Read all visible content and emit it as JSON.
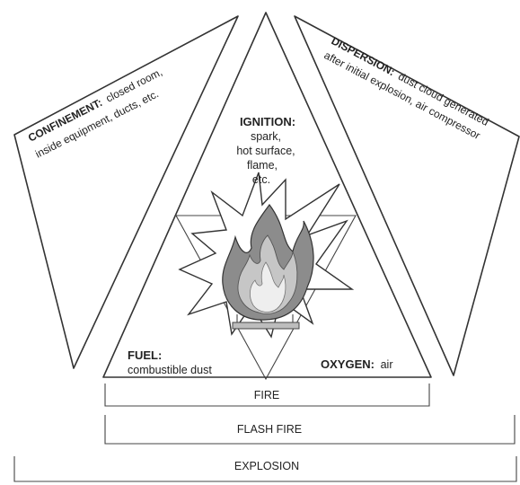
{
  "confinement": {
    "title": "CONFINEMENT:",
    "line1": "closed room,",
    "line2": "inside equipment, ducts, etc."
  },
  "dispersion": {
    "title": "DISPERSION:",
    "line1": "dust cloud generated",
    "line2": "after initial explosion, air compressor"
  },
  "ignition": {
    "title": "IGNITION:",
    "lines": [
      "spark,",
      "hot surface,",
      "flame,",
      "etc."
    ]
  },
  "fuel": {
    "title": "FUEL:",
    "desc": "combustible dust"
  },
  "oxygen": {
    "title": "OXYGEN:",
    "desc": "air"
  },
  "brackets": {
    "fire": "FIRE",
    "flash_fire": "FLASH FIRE",
    "explosion": "EXPLOSION"
  }
}
